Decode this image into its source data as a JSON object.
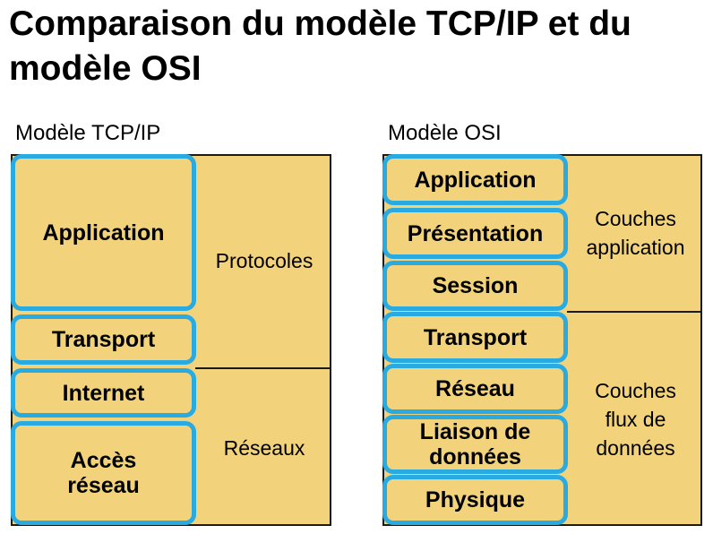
{
  "title": "Comparaison du modèle TCP/IP et du modèle OSI",
  "tcpip": {
    "label": "Modèle TCP/IP",
    "layers": [
      "Application",
      "Transport",
      "Internet",
      "Accès réseau"
    ],
    "groups": [
      "Protocoles",
      "Réseaux"
    ]
  },
  "osi": {
    "label": "Modèle OSI",
    "layers": [
      "Application",
      "Présentation",
      "Session",
      "Transport",
      "Réseau",
      "Liaison de données",
      "Physique"
    ],
    "groups": [
      "Couches application",
      "Couches flux de données"
    ]
  },
  "colors": {
    "fill": "#f2d37c",
    "layer_border": "#29abe2",
    "frame_border": "#1a1a1a"
  }
}
